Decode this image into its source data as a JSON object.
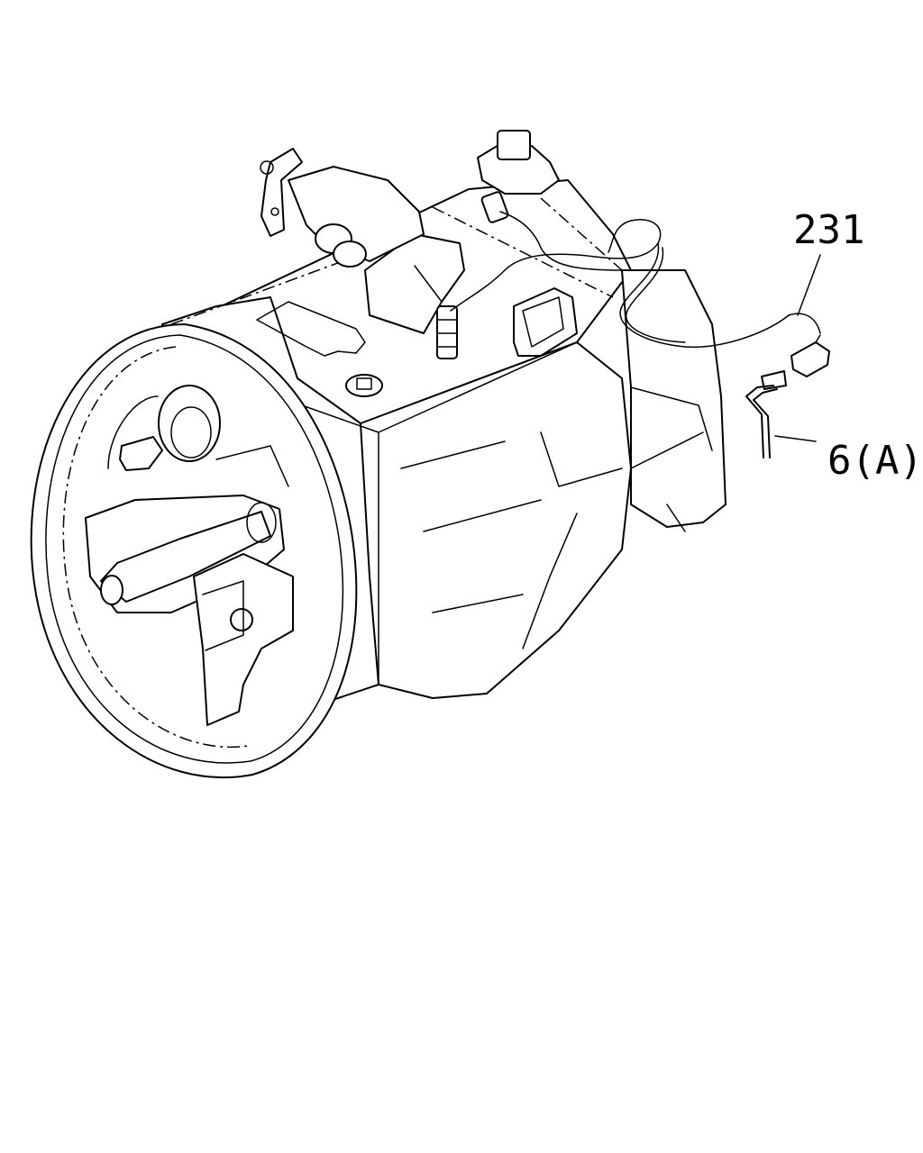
{
  "callouts": [
    {
      "id": "harness",
      "label": "231"
    },
    {
      "id": "sensor",
      "label": "6(A)"
    }
  ]
}
